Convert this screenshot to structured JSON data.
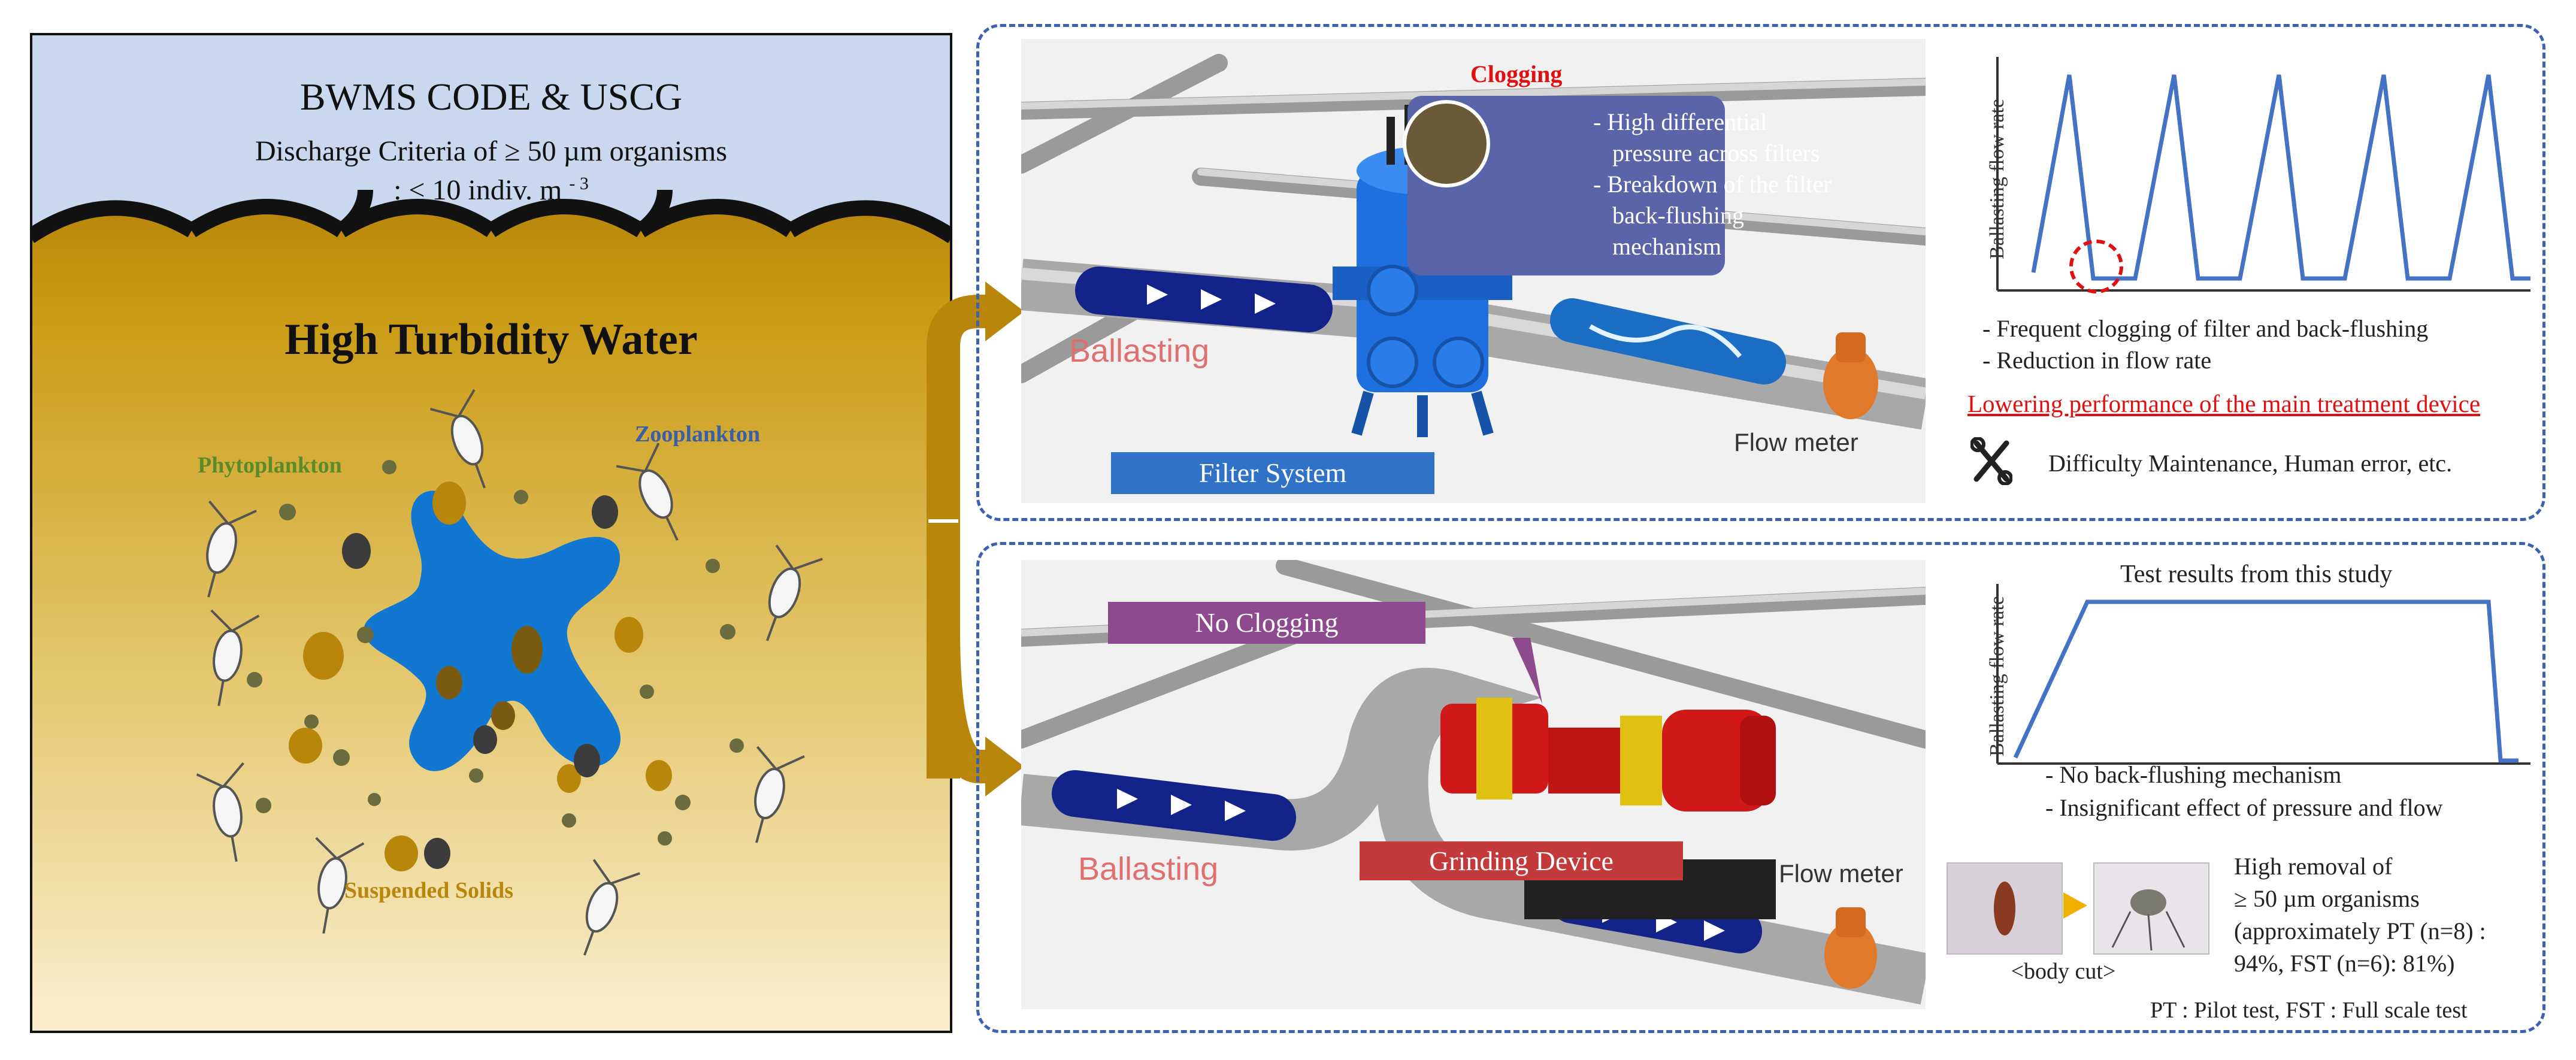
{
  "left_panel": {
    "title": "BWMS CODE & USCG",
    "criteria_line1": "Discharge Criteria of ≥ 50 µm organisms",
    "criteria_line2": ": < 10 indiv. m",
    "criteria_exp": "- 3",
    "heading": "High Turbidity Water",
    "label_phyto": "Phytoplankton",
    "label_zoo": "Zooplankton",
    "label_solids": "Suspended Solids",
    "colors": {
      "sky": "#c9d8ee",
      "water_top": "#c99a12",
      "water_bottom": "#faefcf",
      "blob": "#1277d0"
    }
  },
  "top_panel": {
    "clogging_label": "Clogging",
    "callout_lines": [
      "- High differential",
      "pressure across filters",
      "- Breakdown of the filter",
      "back-flushing",
      "mechanism"
    ],
    "ballasting": "Ballasting",
    "filter_system": "Filter System",
    "flow_meter": "Flow meter",
    "chart_ylabel": "Ballasting flow rate",
    "bullets": [
      "- Frequent clogging of filter and back-flushing",
      "- Reduction in flow rate"
    ],
    "red_note": "Lowering performance of the main treatment device",
    "maintenance": "Difficulty Maintenance, Human error, etc."
  },
  "bottom_panel": {
    "no_clogging": "No Clogging",
    "ballasting": "Ballasting",
    "grinding_device": "Grinding Device",
    "flow_meter": "Flow meter",
    "chart_title": "Test results from this study",
    "chart_ylabel": "Ballasting flow rate",
    "bullets": [
      "- No back-flushing mechanism",
      "- Insignificant effect of pressure and flow"
    ],
    "body_cut": "<body cut>",
    "removal_lines": [
      "High removal of",
      "≥ 50 µm organisms",
      "(approximately PT (n=8) :",
      "94%, FST (n=6): 81%)"
    ],
    "footnote": "PT : Pilot test, FST : Full scale test"
  }
}
